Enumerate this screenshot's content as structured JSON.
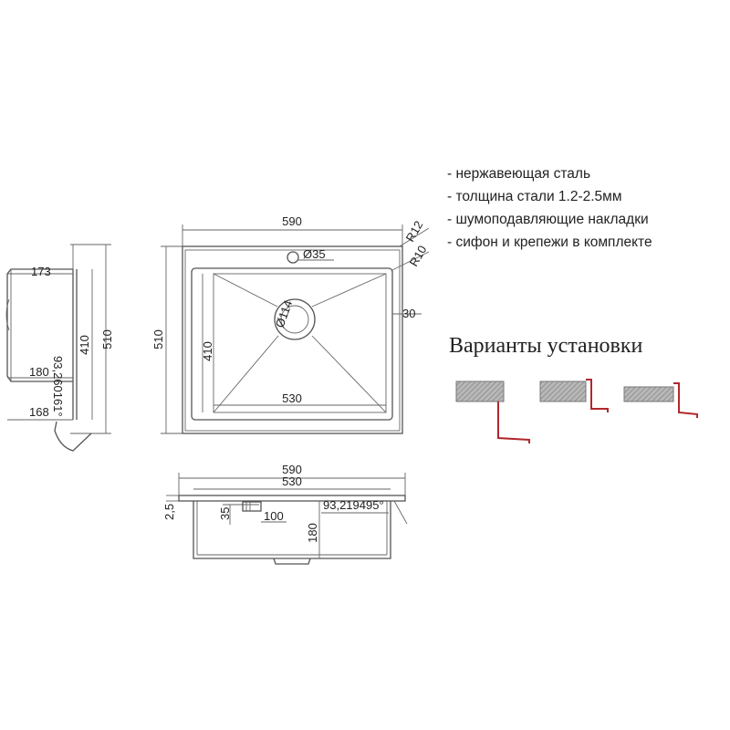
{
  "features": [
    "- нержавеющая сталь",
    "- толщина стали 1.2-2.5мм",
    "- шумоподавляющие накладки",
    "- сифон и крепежи в комплекте"
  ],
  "install": {
    "title": "Варианты установки",
    "accent_color": "#b0282e"
  },
  "plan_view": {
    "width_outer": "590",
    "height_outer": "510",
    "bowl_width": "530",
    "bowl_depth": "410",
    "radius_outer": "R12",
    "radius_inner": "R10",
    "tap_hole": "Ø35",
    "drain": "Ø114",
    "rim": "30"
  },
  "side_view": {
    "top": "173",
    "width": "410",
    "total": "510",
    "depth": "180",
    "angle": "93,260161°",
    "bottom": "168"
  },
  "front_view": {
    "width_outer": "590",
    "bowl_width": "530",
    "thickness": "2,5",
    "overflow_height": "35",
    "overflow_width": "100",
    "depth": "180",
    "angle": "93,219495°"
  }
}
